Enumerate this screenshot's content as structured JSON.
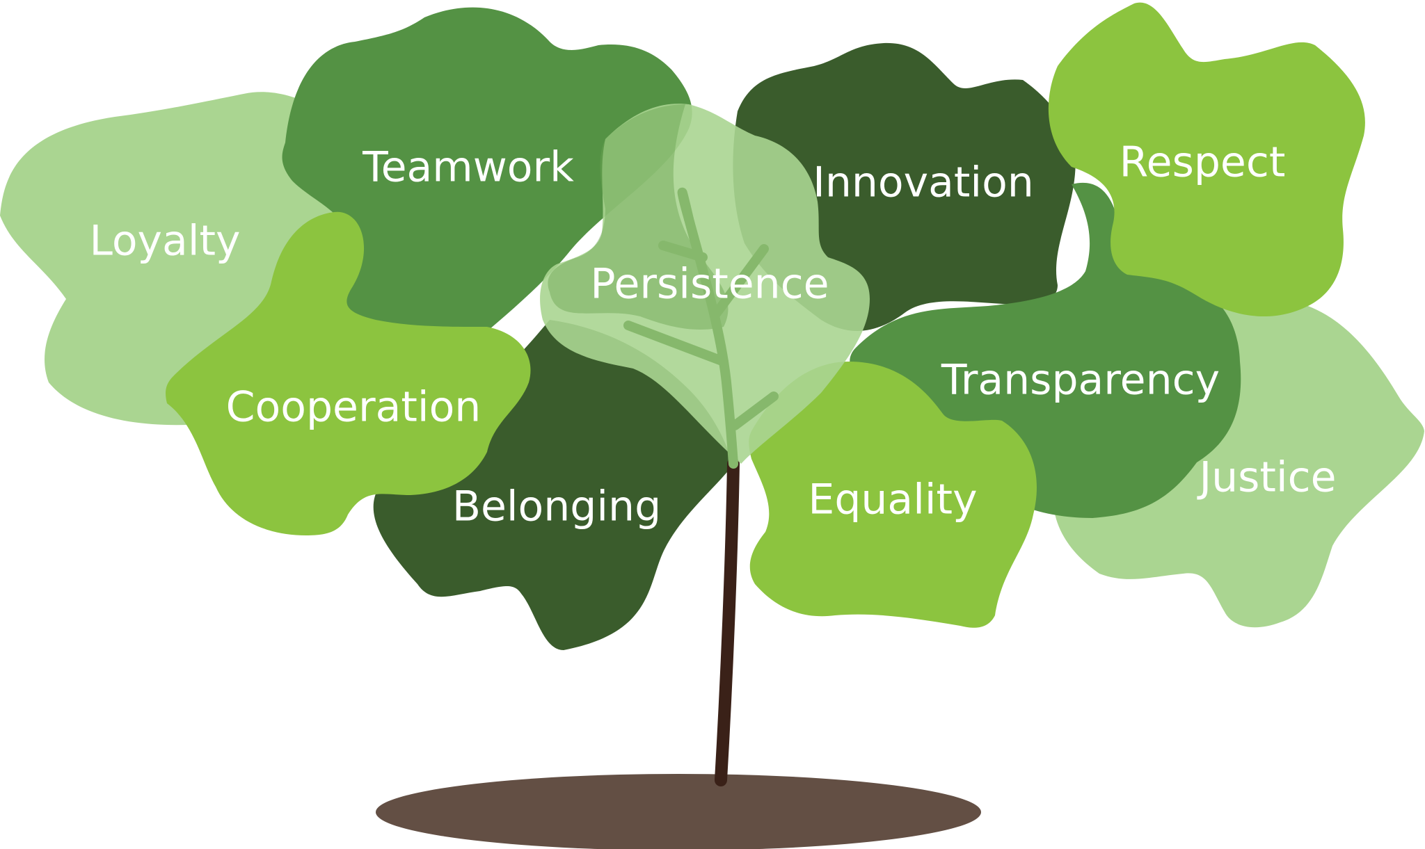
{
  "colors": {
    "light_green": "#aad591",
    "lime_green": "#8cc43f",
    "mid_green": "#549244",
    "dark_green": "#3a5c2c",
    "translucent_leaf": "#86b86c",
    "trunk": "#3a2118",
    "soil": "#634f44",
    "label": "#ffffff"
  },
  "values": [
    {
      "label": "Loyalty"
    },
    {
      "label": "Teamwork"
    },
    {
      "label": "Innovation"
    },
    {
      "label": "Respect"
    },
    {
      "label": "Persistence"
    },
    {
      "label": "Cooperation"
    },
    {
      "label": "Transparency"
    },
    {
      "label": "Belonging"
    },
    {
      "label": "Equality"
    },
    {
      "label": "Justice"
    }
  ]
}
